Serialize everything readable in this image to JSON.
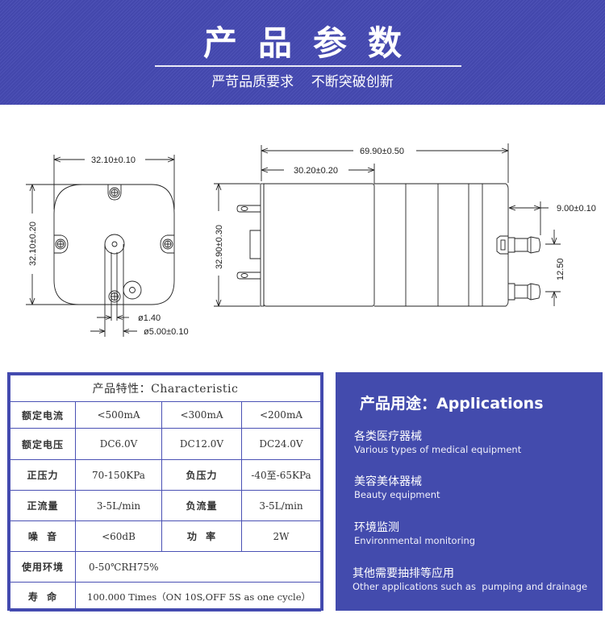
{
  "banner": {
    "title": "产品参数",
    "subtitle": "严苛品质要求    不断突破创新",
    "background_color": "#4549b2"
  },
  "drawings": {
    "front_view": {
      "width_dim": "32.10±0.10",
      "height_dim": "32.10±0.20",
      "shaft_dim": "ø1.40",
      "hub_dim": "ø5.00±0.10"
    },
    "side_view": {
      "total_length_dim": "69.90±0.50",
      "motor_length_dim": "30.20±0.20",
      "height_dim": "32.90±0.30",
      "nozzle_length_dim": "9.00±0.10",
      "nozzle_spacing_dim": "12.50"
    }
  },
  "characteristics": {
    "caption": "产品特性：Characteristic",
    "rows": [
      {
        "label": "额定电流",
        "cells": [
          "<500mA",
          "<300mA",
          "<200mA"
        ]
      },
      {
        "label": "额定电压",
        "cells": [
          "DC6.0V",
          "DC12.0V",
          "DC24.0V"
        ]
      },
      {
        "label": "正压力",
        "cells": [
          "70-150KPa",
          "负压力",
          "-40至-65KPa"
        ]
      },
      {
        "label": "正流量",
        "cells": [
          "3-5L/min",
          "负流量",
          "3-5L/min"
        ]
      },
      {
        "label": "噪  音",
        "cells": [
          "<60dB",
          "功  率",
          "2W"
        ]
      },
      {
        "label": "使用环境",
        "value": "0-50℃RH75%"
      },
      {
        "label": "寿  命",
        "value": "100.000 Times（ON 10S,OFF 5S as one cycle）"
      }
    ],
    "border_color": "#4249ae"
  },
  "applications": {
    "title": "产品用途：Applications",
    "items": [
      {
        "zh": "各类医疗器械",
        "en": "Various types of medical equipment"
      },
      {
        "zh": "美容美体器械",
        "en": "Beauty equipment"
      },
      {
        "zh": "环境监测",
        "en": "Environmental monitoring"
      },
      {
        "zh": "其他需要抽排等应用",
        "en": "Other applications such as  pumping and drainage"
      }
    ],
    "background_color": "#434bad"
  }
}
